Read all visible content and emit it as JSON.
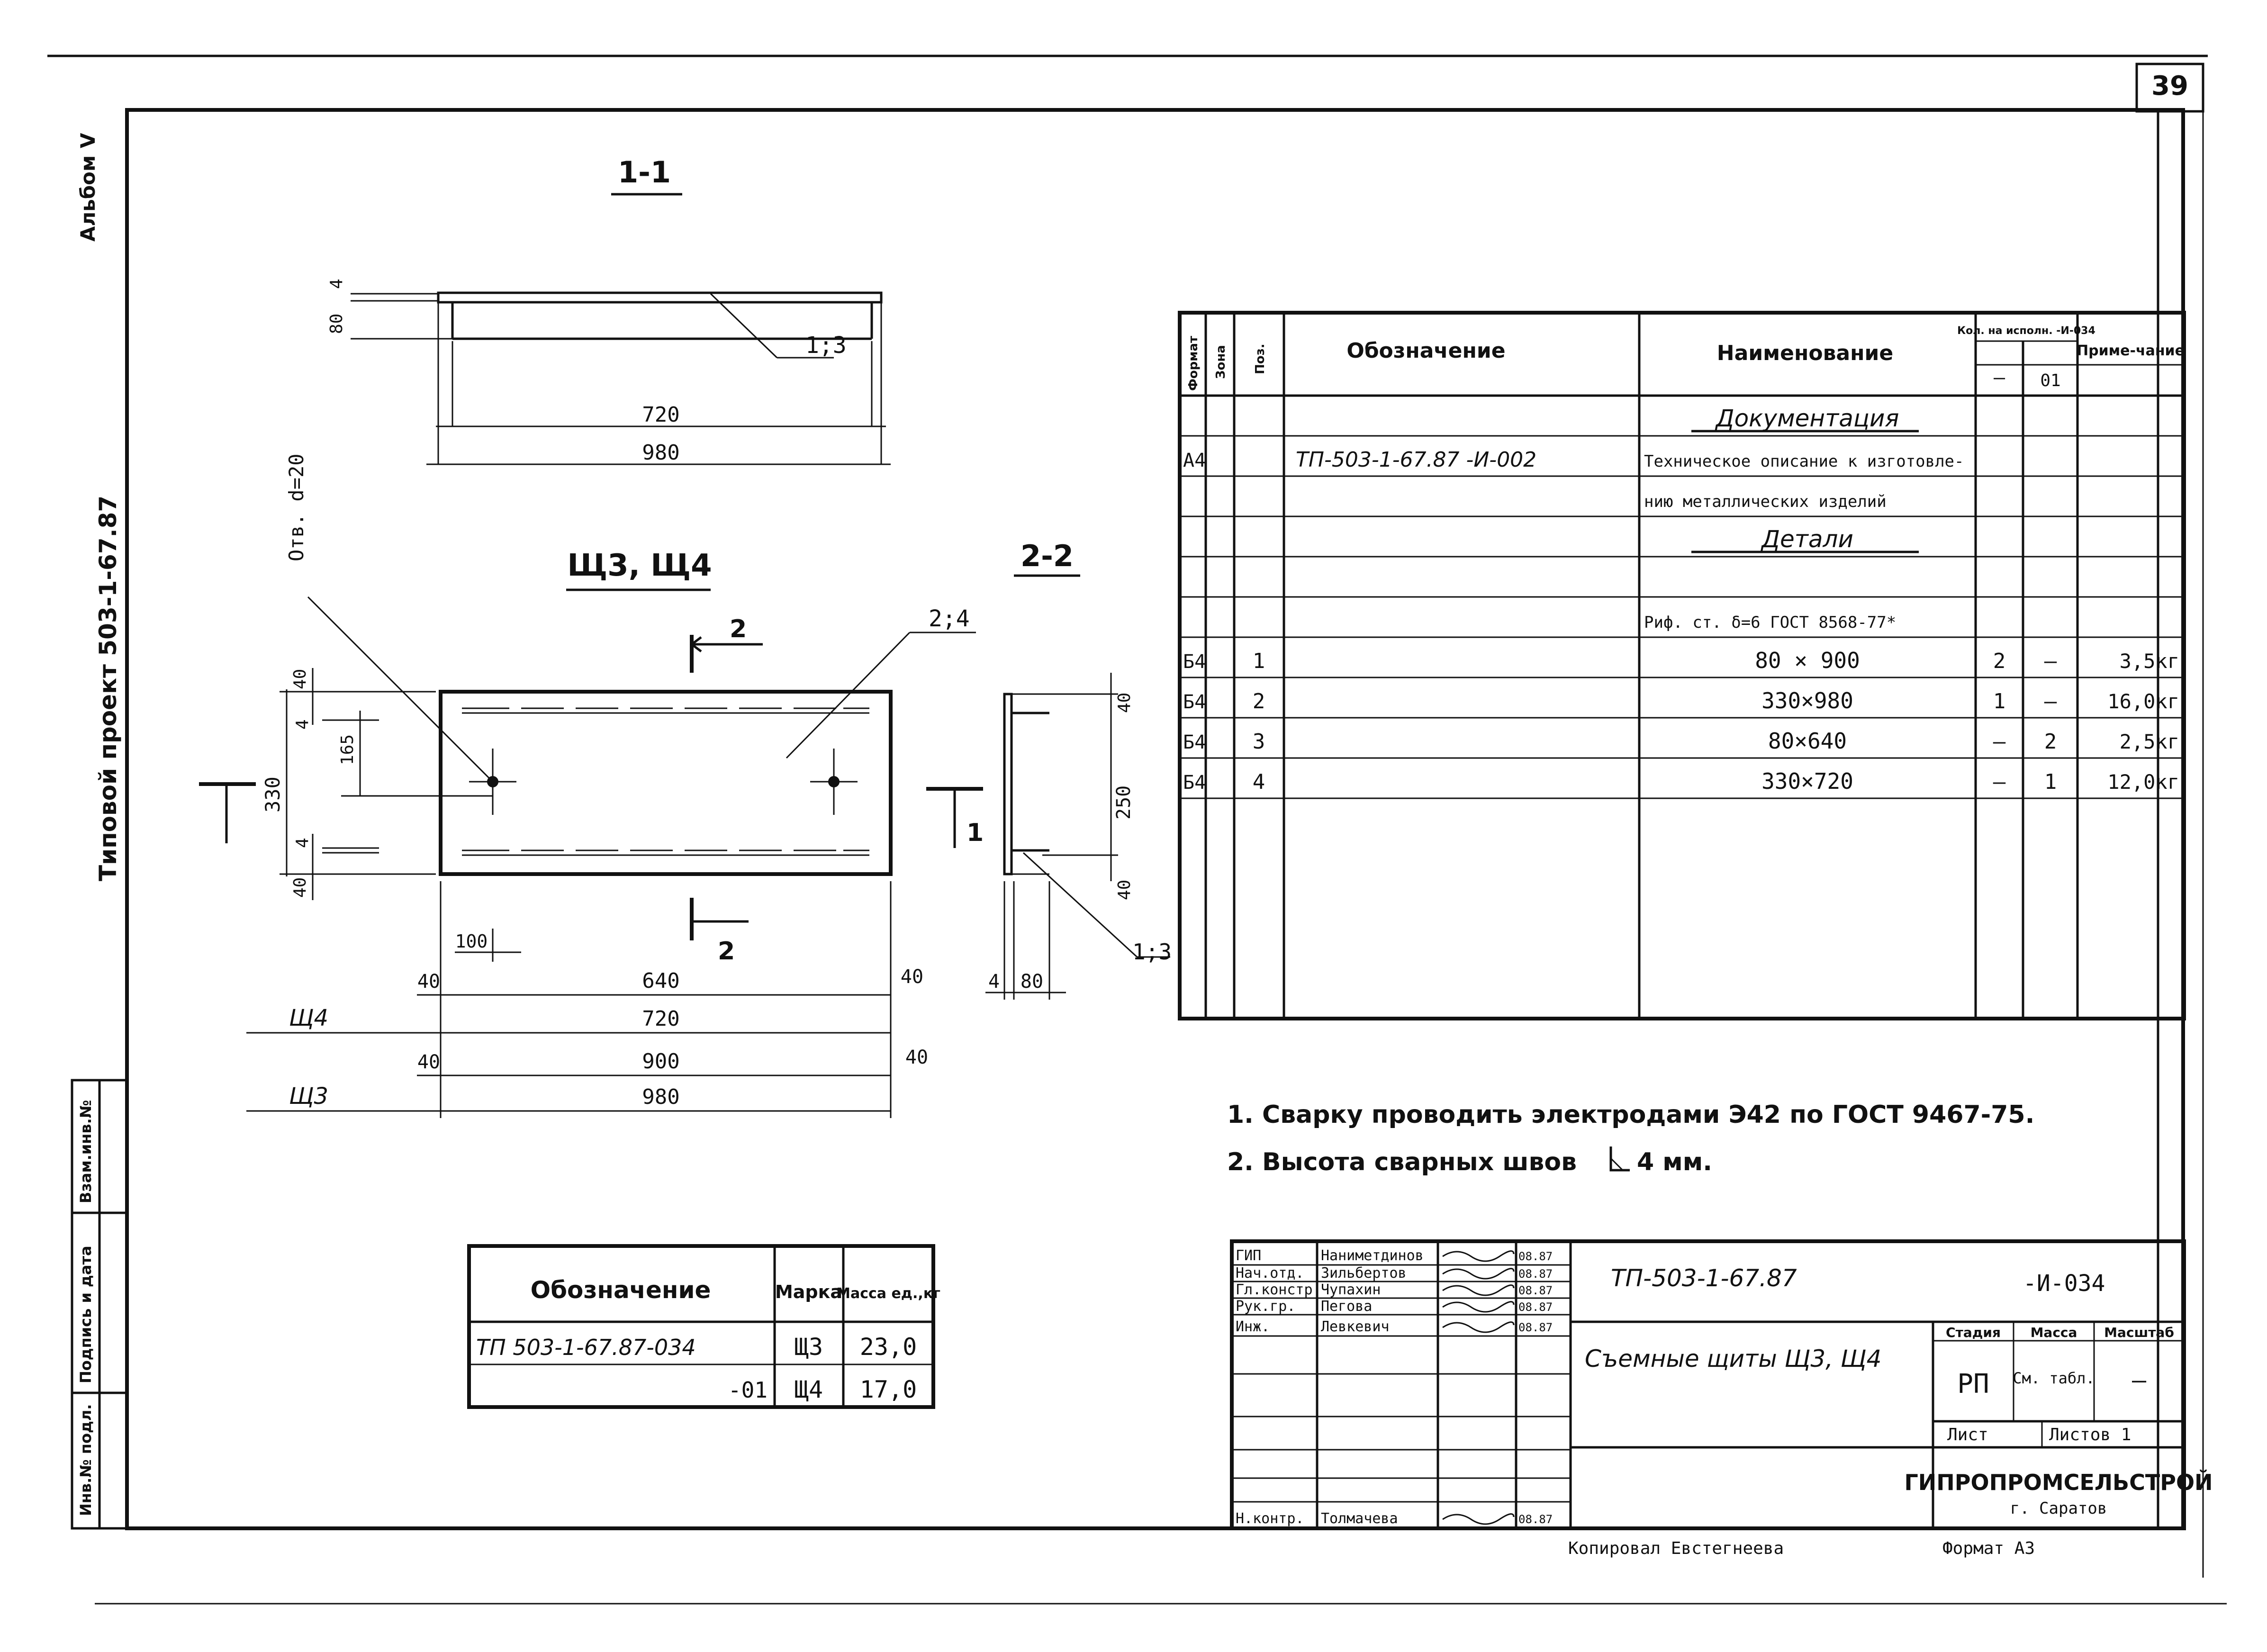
{
  "sheet": {
    "page_number": "39",
    "album": "Альбом V",
    "project_side": "Типовой проект 503-1-67.87",
    "margin_labels": [
      "Инв.№ подл.",
      "Подпись и дата",
      "Взам.инв.№"
    ]
  },
  "drawing": {
    "section_1_title": "1-1",
    "section_2_title": "2-2",
    "plan_title": "Щ3, Щ4",
    "hole_label": "Отв. d=20",
    "callout_1_3": "1;3",
    "callout_2_4": "2;4",
    "callout_1_3_b": "1;3",
    "cut_2": "2",
    "cut_1": "1",
    "dims": {
      "d80": "80",
      "d4": "4",
      "d720": "720",
      "d980": "980",
      "d40a": "40",
      "d4b": "4",
      "d165": "165",
      "d330": "330",
      "d4c": "4",
      "d40b": "40",
      "d100": "100",
      "d640": "640",
      "d40c": "40",
      "d40d": "40",
      "d720b": "720",
      "d900": "900",
      "d40e": "40",
      "d40f": "40",
      "d980b": "980",
      "d40g": "40",
      "d250": "250",
      "d40h": "40",
      "d4d": "4",
      "d80b": "80"
    },
    "row_sh4": "Щ4",
    "row_sh3": "Щ3"
  },
  "mass_table": {
    "headers": [
      "Обозначение",
      "Марка",
      "Масса ед.,кг"
    ],
    "rows": [
      [
        "ТП 503-1-67.87-034",
        "Щ3",
        "23,0"
      ],
      [
        "-01",
        "Щ4",
        "17,0"
      ]
    ]
  },
  "spec": {
    "headers": {
      "format": "Формат",
      "zone": "Зона",
      "pos": "Поз.",
      "designation": "Обозначение",
      "name": "Наименование",
      "qty": "Кол. на исполн. -И-034",
      "qty_dash": "—",
      "qty_01": "01",
      "note": "Приме-чание"
    },
    "rows": [
      {
        "format": "",
        "pos": "",
        "designation": "",
        "name": "Документация",
        "q0": "",
        "q1": "",
        "note": "",
        "kind": "section"
      },
      {
        "format": "А4",
        "pos": "",
        "designation": "ТП-503-1-67.87 -И-002",
        "name": "Техническое описание к изготовле-",
        "q0": "",
        "q1": "",
        "note": "",
        "kind": "text"
      },
      {
        "format": "",
        "pos": "",
        "designation": "",
        "name": "нию металлических изделий",
        "q0": "",
        "q1": "",
        "note": "",
        "kind": "text"
      },
      {
        "format": "",
        "pos": "",
        "designation": "",
        "name": "Детали",
        "q0": "",
        "q1": "",
        "note": "",
        "kind": "section"
      },
      {
        "format": "",
        "pos": "",
        "designation": "",
        "name": "",
        "q0": "",
        "q1": "",
        "note": "",
        "kind": "text"
      },
      {
        "format": "",
        "pos": "",
        "designation": "",
        "name": "Риф. ст. δ=6 ГОСТ 8568-77*",
        "q0": "",
        "q1": "",
        "note": "",
        "kind": "text"
      },
      {
        "format": "Б4",
        "pos": "1",
        "designation": "",
        "name": "80 × 900",
        "q0": "2",
        "q1": "—",
        "note": "3,5кг",
        "kind": "item"
      },
      {
        "format": "Б4",
        "pos": "2",
        "designation": "",
        "name": "330×980",
        "q0": "1",
        "q1": "—",
        "note": "16,0кг",
        "kind": "item"
      },
      {
        "format": "Б4",
        "pos": "3",
        "designation": "",
        "name": "80×640",
        "q0": "—",
        "q1": "2",
        "note": "2,5кг",
        "kind": "item"
      },
      {
        "format": "Б4",
        "pos": "4",
        "designation": "",
        "name": "330×720",
        "q0": "—",
        "q1": "1",
        "note": "12,0кг",
        "kind": "item"
      }
    ]
  },
  "notes": [
    "1. Сварку проводить электродами Э42 по ГОСТ 9467-75.",
    "2. Высота сварных швов",
    "4 мм."
  ],
  "title_block": {
    "signatures": [
      {
        "role": "ГИП",
        "name": "Наниметдинов",
        "date": "08.87"
      },
      {
        "role": "Нач.отд.",
        "name": "Зильбертов",
        "date": "08.87"
      },
      {
        "role": "Гл.констр.",
        "name": "Чупахин",
        "date": "08.87"
      },
      {
        "role": "Рук.гр.",
        "name": "Пегова",
        "date": "08.87"
      },
      {
        "role": "Инж.",
        "name": "Левкевич",
        "date": "08.87"
      },
      {
        "role": "Н.контр.",
        "name": "Толмачева",
        "date": "08.87"
      }
    ],
    "doc_code": "ТП-503-1-67.87",
    "doc_suffix": "-И-034",
    "title": "Съемные щиты Щ3, Щ4",
    "stage_label": "Стадия",
    "mass_label": "Масса",
    "scale_label": "Масштаб",
    "stage": "РП",
    "mass": "См. табл.",
    "scale": "—",
    "sheet_label": "Лист",
    "sheets_label": "Листов 1",
    "org": "ГИПРОПРОМСЕЛЬСТРОЙ",
    "city": "г. Саратов",
    "copied": "Копировал Евстегнеева",
    "format": "Формат А3"
  }
}
